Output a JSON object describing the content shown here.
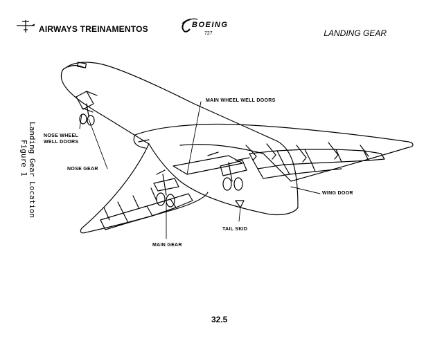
{
  "header": {
    "company": "AIRWAYS TREINAMENTOS",
    "logo_text": "BOEING",
    "model": "727",
    "section": "LANDING GEAR"
  },
  "figure": {
    "caption_line1": "Landing Gear Location",
    "caption_line2": "Figure 1"
  },
  "callouts": {
    "main_wheel_well_doors": "MAIN WHEEL WELL DOORS",
    "nose_wheel_well_doors_1": "NOSE WHEEL",
    "nose_wheel_well_doors_2": "WELL DOORS",
    "nose_gear": "NOSE GEAR",
    "wing_door": "WING DOOR",
    "tail_skid": "TAIL SKID",
    "main_gear": "MAIN GEAR"
  },
  "footer": {
    "page_number": "32.5"
  }
}
